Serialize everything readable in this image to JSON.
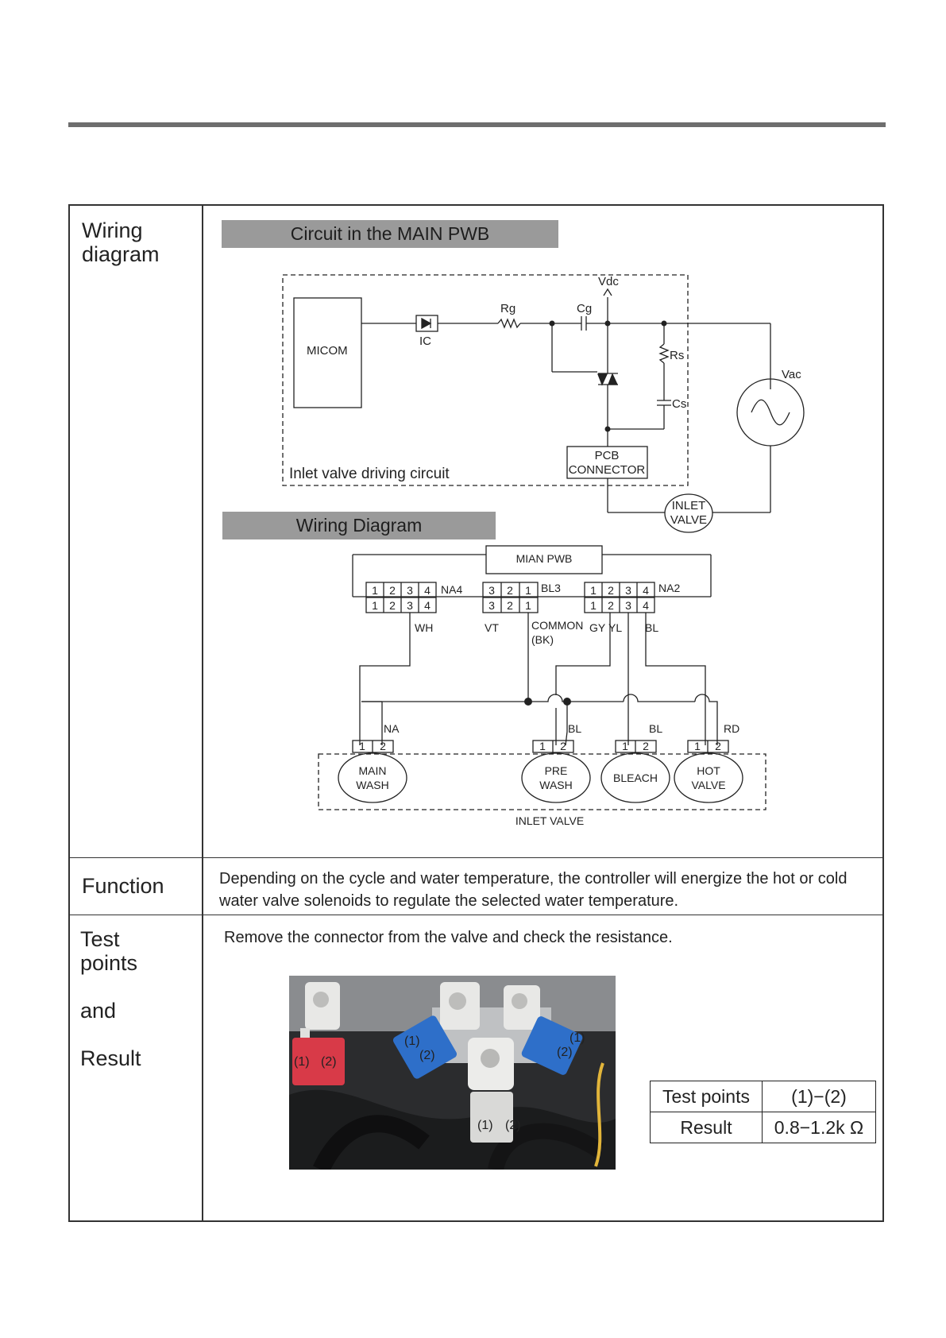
{
  "labels": {
    "wiring": [
      "Wiring",
      "diagram"
    ],
    "function": "Function",
    "test": [
      "Test",
      "points",
      "and",
      "Result"
    ]
  },
  "circuit": {
    "header": "Circuit in the MAIN PWB",
    "micom": "MICOM",
    "ic": "IC",
    "rg": "Rg",
    "cg": "Cg",
    "vdc": "Vdc",
    "rs": "Rs",
    "cs": "Cs",
    "vac": "Vac",
    "pcb_connector": [
      "PCB",
      "CONNECTOR"
    ],
    "inlet_valve": [
      "INLET",
      "VALVE"
    ],
    "driving_circuit": "Inlet valve driving circuit"
  },
  "wiring_diagram": {
    "header": "Wiring Diagram",
    "pwb": "MIAN PWB",
    "connectors": [
      {
        "name": "NA4",
        "top_pins": [
          "1",
          "2",
          "3",
          "4"
        ],
        "bottom_pins": [
          "1",
          "2",
          "3",
          "4"
        ]
      },
      {
        "name": "BL3",
        "top_pins": [
          "3",
          "2",
          "1"
        ],
        "bottom_pins": [
          "3",
          "2",
          "1"
        ]
      },
      {
        "name": "NA2",
        "top_pins": [
          "1",
          "2",
          "3",
          "4"
        ],
        "bottom_pins": [
          "1",
          "2",
          "3",
          "4"
        ]
      }
    ],
    "wire_colors": {
      "wh": "WH",
      "vt": "VT",
      "common": [
        "COMMON",
        "(BK)"
      ],
      "gy": "GY",
      "yl": "YL",
      "bl": "BL"
    },
    "valve_wire_labels": {
      "na": "NA",
      "bl1": "BL",
      "bl2": "BL",
      "rd": "RD"
    },
    "valve_pins": [
      "1",
      "2"
    ],
    "valves": [
      [
        "MAIN",
        "WASH"
      ],
      [
        "PRE",
        "WASH"
      ],
      [
        "BLEACH"
      ],
      [
        "HOT",
        "VALVE"
      ]
    ],
    "inlet_valve": "INLET VALVE"
  },
  "function_text": [
    "Depending on the cycle and water temperature, the controller will energize the hot or cold",
    "water valve solenoids to regulate the selected water temperature."
  ],
  "test_instruction": "Remove the connector from the valve and check the resistance.",
  "photo_labels": {
    "p1": "(1)",
    "p2": "(2)"
  },
  "result_table": {
    "row1": [
      "Test points",
      "(1)−(2)"
    ],
    "row2": [
      "Result",
      "0.8−1.2k Ω"
    ]
  },
  "colors": {
    "connector_red": "#d83a48",
    "connector_blue": "#2e6fc9",
    "header_gray": "#9a9a9a"
  }
}
